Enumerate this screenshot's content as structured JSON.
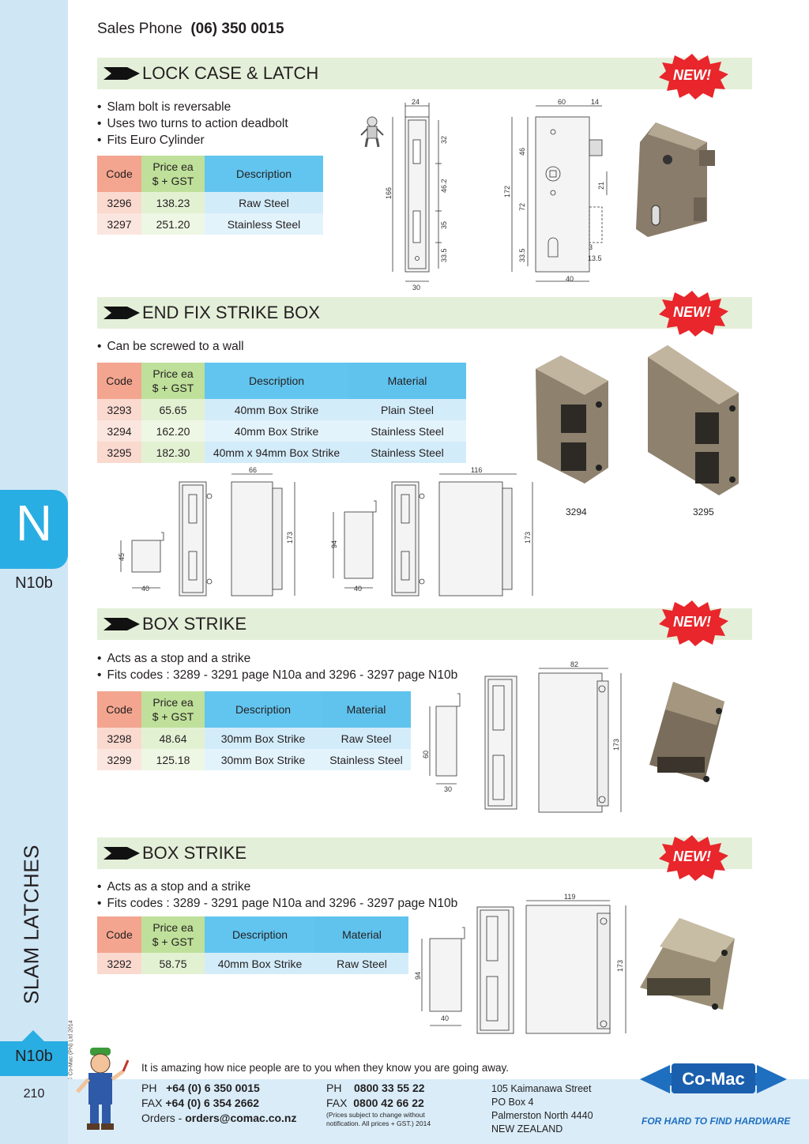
{
  "header": {
    "sales_label": "Sales Phone",
    "sales_number": "(06) 350 0015"
  },
  "sidebar": {
    "section_letter": "N",
    "section_code": "N10b",
    "title": "SLAM LATCHES",
    "page_tab": "N10b",
    "page_number": "210",
    "copyright": "© Co-Mac (PN) Ltd 2014"
  },
  "badge_text": "NEW!",
  "sections": [
    {
      "title": "LOCK CASE & LATCH",
      "bullets": [
        "Slam bolt is reversable",
        "Uses two turns to action deadbolt",
        "Fits Euro Cylinder"
      ],
      "headers": {
        "code": "Code",
        "price_1": "Price ea",
        "price_2": "$ + GST",
        "description": "Description"
      },
      "rows": [
        {
          "code": "3296",
          "price": "138.23",
          "description": "Raw Steel"
        },
        {
          "code": "3297",
          "price": "251.20",
          "description": "Stainless Steel"
        }
      ],
      "dims_a": [
        "24",
        "166",
        "32",
        "46.2",
        "35",
        "33.5",
        "30"
      ],
      "dims_b": [
        "60",
        "14",
        "172",
        "46",
        "72",
        "33.5",
        "21",
        "3",
        "13.5",
        "40"
      ]
    },
    {
      "title": "END FIX STRIKE BOX",
      "bullets": [
        "Can be screwed to a wall"
      ],
      "headers": {
        "code": "Code",
        "price_1": "Price ea",
        "price_2": "$ + GST",
        "description": "Description",
        "material": "Material"
      },
      "rows": [
        {
          "code": "3293",
          "price": "65.65",
          "description": "40mm Box Strike",
          "material": "Plain Steel"
        },
        {
          "code": "3294",
          "price": "162.20",
          "description": "40mm Box Strike",
          "material": "Stainless Steel"
        },
        {
          "code": "3295",
          "price": "182.30",
          "description": "40mm x 94mm Box Strike",
          "material": "Stainless Steel"
        }
      ],
      "dims_a": [
        "45",
        "40",
        "66",
        "173"
      ],
      "dims_b": [
        "94",
        "40",
        "116",
        "173"
      ],
      "photo_labels": [
        "3294",
        "3295"
      ]
    },
    {
      "title": "BOX STRIKE",
      "bullets": [
        "Acts as a stop and a strike",
        "Fits codes :  3289 - 3291 page N10a and 3296 - 3297 page N10b"
      ],
      "headers": {
        "code": "Code",
        "price_1": "Price ea",
        "price_2": "$ + GST",
        "description": "Description",
        "material": "Material"
      },
      "rows": [
        {
          "code": "3298",
          "price": "48.64",
          "description": "30mm Box Strike",
          "material": "Raw Steel"
        },
        {
          "code": "3299",
          "price": "125.18",
          "description": "30mm Box Strike",
          "material": "Stainless Steel"
        }
      ],
      "dims": [
        "60",
        "30",
        "82",
        "173"
      ]
    },
    {
      "title": "BOX STRIKE",
      "bullets": [
        "Acts as a stop and a strike",
        "Fits codes :  3289 - 3291 page N10a and 3296 - 3297 page N10b"
      ],
      "headers": {
        "code": "Code",
        "price_1": "Price ea",
        "price_2": "$ + GST",
        "description": "Description",
        "material": "Material"
      },
      "rows": [
        {
          "code": "3292",
          "price": "58.75",
          "description": "40mm Box Strike",
          "material": "Raw Steel"
        }
      ],
      "dims": [
        "94",
        "40",
        "119",
        "173"
      ]
    }
  ],
  "footer": {
    "tagline": "It is amazing how nice people are to you when they know you are going away.",
    "ph_label": "PH",
    "ph": "+64 (0) 6 350 0015",
    "fax_label": "FAX",
    "fax": "+64 (0) 6 354 2662",
    "orders_label": "Orders -",
    "orders": "orders@comac.co.nz",
    "ph2": "0800 33 55 22",
    "fax2": "0800 42 66 22",
    "price_note_1": "(Prices subject to change without",
    "price_note_2": "notification. All prices + GST.)  2014",
    "address": [
      "105 Kaimanawa Street",
      "PO Box 4",
      "Palmerston North 4440",
      "NEW ZEALAND"
    ],
    "logo": "Co-Mac",
    "slogan": "FOR HARD TO FIND HARDWARE"
  }
}
